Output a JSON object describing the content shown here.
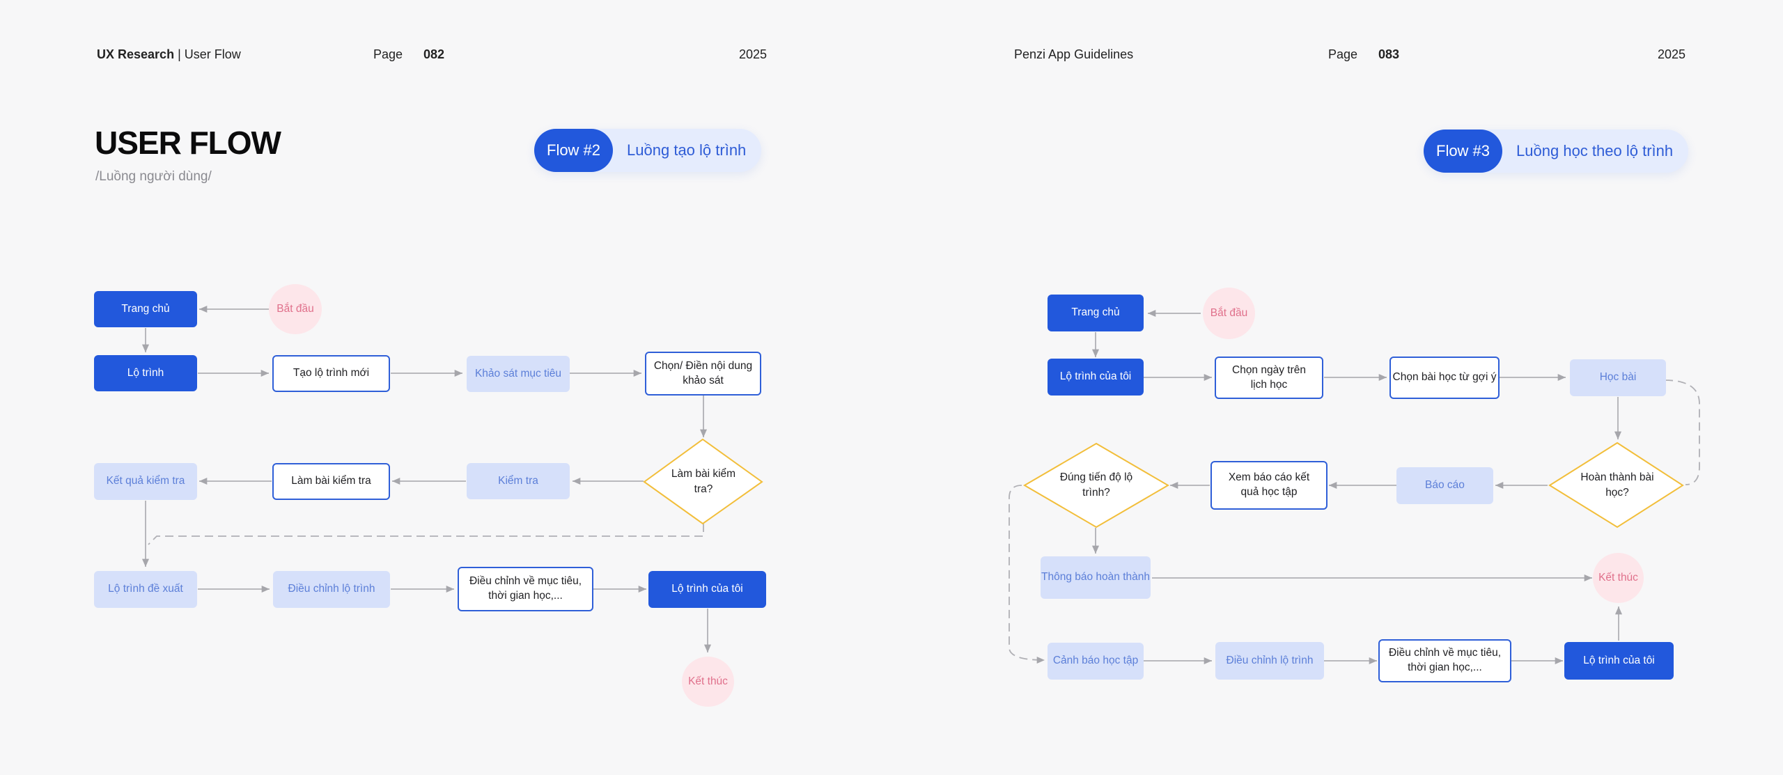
{
  "left_header": {
    "brand": "UX Research",
    "separator": " | ",
    "section": "User Flow",
    "page_label": "Page",
    "page_number": "082",
    "year": "2025"
  },
  "right_header": {
    "brand": "Penzi App Guidelines",
    "page_label": "Page",
    "page_number": "083",
    "year": "2025"
  },
  "title": "USER FLOW",
  "subtitle": "/Luồng người dùng/",
  "flow2": {
    "badge": "Flow #2",
    "label": "Luồng tạo lộ trình"
  },
  "flow3": {
    "badge": "Flow #3",
    "label": "Luồng học theo lộ trình"
  },
  "flow2_nodes": {
    "home": "Trang chủ",
    "start": "Bắt đầu",
    "roadmap": "Lộ trình",
    "create": "Tạo lộ trình mới",
    "survey": "Khảo sát mục tiêu",
    "choose": "Chọn/ Điền nội dung khảo sát",
    "decision": "Làm bài kiểm tra?",
    "test": "Kiểm tra",
    "do_test": "Làm bài kiểm tra",
    "result": "Kết quả kiểm tra",
    "suggested": "Lộ trình đề xuất",
    "adjust": "Điều chỉnh lộ trình",
    "adjust_goal": "Điều chỉnh về mục tiêu, thời gian học,...",
    "mine": "Lộ trình của tôi",
    "end": "Kết thúc"
  },
  "flow3_nodes": {
    "home": "Trang chủ",
    "start": "Bắt đầu",
    "mine": "Lộ trình của tôi",
    "pick_date": "Chọn ngày trên lịch học",
    "pick_lesson": "Chọn bài học từ gợi ý",
    "study": "Học bài",
    "complete": "Hoàn thành bài học?",
    "report": "Báo cáo",
    "view_report": "Xem báo cáo kết quả học tập",
    "on_track": "Đúng tiến độ lộ trình?",
    "notify": "Thông báo hoàn thành",
    "end": "Kết thúc",
    "warn": "Cảnh báo học tập",
    "adjust": "Điều chỉnh lộ trình",
    "adjust_goal": "Điều chỉnh về mục tiêu, thời gian học,...",
    "mine2": "Lộ trình của tôi"
  },
  "colors": {
    "primary": "#2258dc",
    "light": "#d6e0fa",
    "accent_text": "#5c7fd8",
    "end_bg": "#fde6ea",
    "end_text": "#e0708b",
    "decision": "#f2be3a",
    "connector": "#a6a6ab"
  }
}
